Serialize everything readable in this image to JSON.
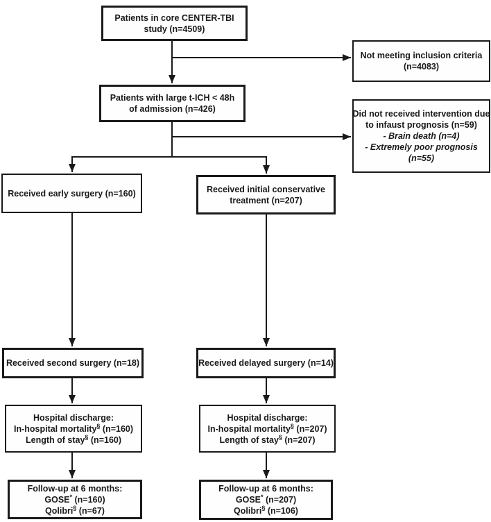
{
  "figure": {
    "description": "Patient flow diagram (CONSORT-style) for CENTER-TBI t-ICH surgery study",
    "colors": {
      "line": "#1a1a1a",
      "background": "#ffffff",
      "box_fill": "#fefefe"
    }
  },
  "boxes": {
    "core_study": {
      "lines": [
        "Patients in core CENTER-TBI",
        "study (n=4509)"
      ]
    },
    "not_meeting_criteria": {
      "lines": [
        "Not meeting inclusion criteria",
        "(n=4083)"
      ]
    },
    "large_tich": {
      "lines": [
        "Patients with large t-ICH < 48h",
        "of admission (n=426)"
      ]
    },
    "no_intervention": {
      "lines": [
        "Did not received intervention due",
        "to infaust prognosis (n=59)"
      ],
      "italic_lines": [
        "- Brain death (n=4)",
        "- Extremely poor prognosis",
        "(n=55)"
      ]
    },
    "early_surgery": {
      "lines": [
        "Received early surgery (n=160)"
      ]
    },
    "conservative": {
      "lines": [
        "Received initial conservative",
        "treatment (n=207)"
      ]
    },
    "second_surgery": {
      "lines": [
        "Received second surgery (n=18)"
      ]
    },
    "delayed_surgery": {
      "lines": [
        "Received delayed surgery (n=14)"
      ]
    },
    "discharge_left": {
      "title": "Hospital discharge:",
      "rows": [
        {
          "pre": "In-hospital mortality",
          "sup": "§",
          "post": " (n=160)"
        },
        {
          "pre": "Length of stay",
          "sup": "§",
          "post": " (n=160)"
        }
      ]
    },
    "discharge_right": {
      "title": "Hospital discharge:",
      "rows": [
        {
          "pre": "In-hospital mortality",
          "sup": "§",
          "post": " (n=207)"
        },
        {
          "pre": "Length of stay",
          "sup": "§",
          "post": " (n=207)"
        }
      ]
    },
    "followup_left": {
      "title": "Follow-up at 6 months:",
      "rows": [
        {
          "pre": "GOSE",
          "sup": "*",
          "post": " (n=160)"
        },
        {
          "pre": "Qolibri",
          "sup": "§",
          "post": " (n=67)"
        }
      ]
    },
    "followup_right": {
      "title": "Follow-up at 6 months:",
      "rows": [
        {
          "pre": "GOSE",
          "sup": "*",
          "post": " (n=207)"
        },
        {
          "pre": "Qolibri",
          "sup": "§",
          "post": " (n=106)"
        }
      ]
    }
  }
}
